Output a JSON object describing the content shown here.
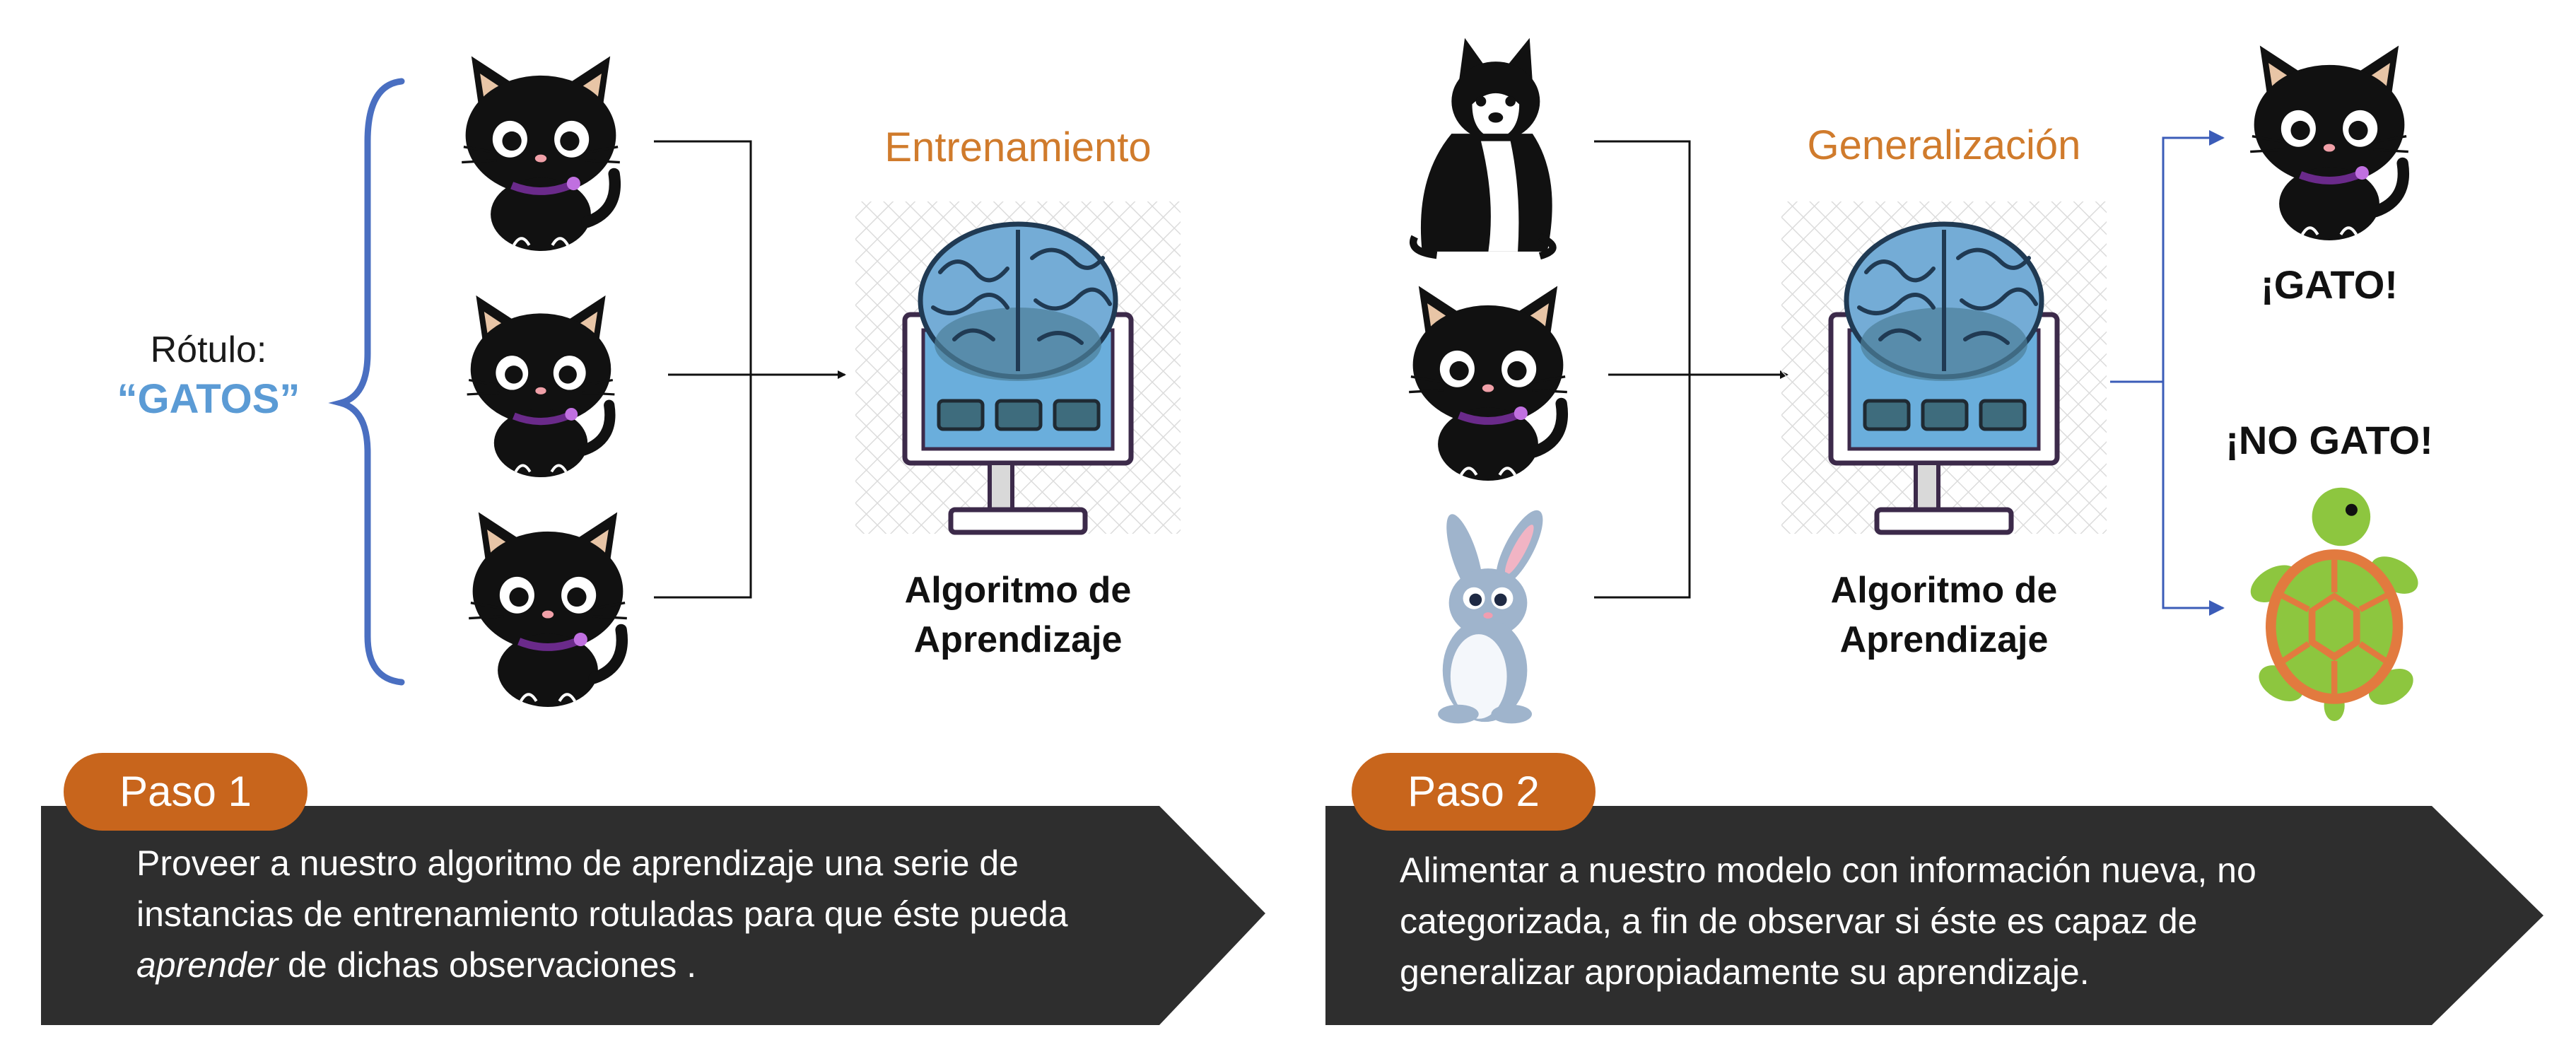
{
  "label": {
    "rotulo": "Rótulo:",
    "gatos": "“GATOS”"
  },
  "stages": {
    "training_title": "Entrenamiento",
    "generalization_title": "Generalización",
    "algorithm_line1": "Algoritmo de",
    "algorithm_line2": "Aprendizaje"
  },
  "results": {
    "cat": "¡GATO!",
    "not_cat": "¡NO GATO!"
  },
  "steps": [
    {
      "badge": "Paso 1",
      "line1": "Proveer a nuestro algoritmo de aprendizaje una serie de",
      "line2": "instancias de entrenamiento rotuladas para que éste pueda",
      "line3_italic": "aprender",
      "line3_rest": " de dichas observaciones ."
    },
    {
      "badge": "Paso 2",
      "line1": "Alimentar a nuestro modelo con información nueva, no",
      "line2": "categorizada, a fin de observar si éste es capaz de",
      "line3": "generalizar apropiadamente su aprendizaje."
    }
  ],
  "icons": [
    "cat-icon",
    "dog-icon",
    "rabbit-icon",
    "turtle-icon",
    "brain-computer-icon"
  ],
  "colors": {
    "accent_orange": "#d07b2c",
    "label_blue": "#5b9bd5",
    "brace_blue": "#4a6fc1",
    "banner_dark": "#2e2e2e",
    "arrow_blue": "#3b5cb8"
  }
}
